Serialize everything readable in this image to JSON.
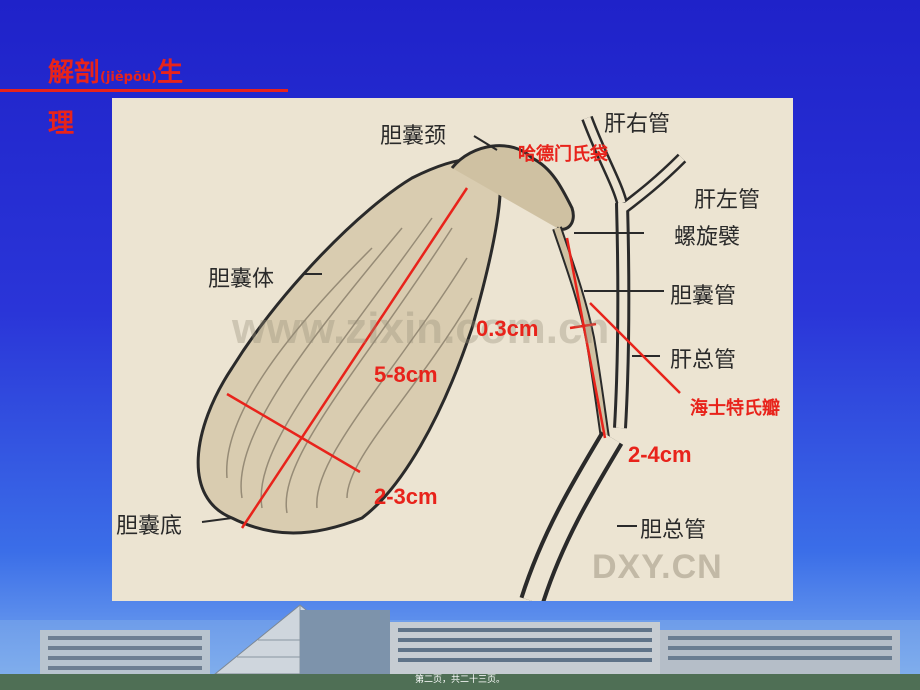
{
  "title": {
    "main1": "解剖",
    "pinyin": "(jiěpōu)",
    "main2": "生",
    "line2": "理"
  },
  "labels": {
    "neck": "胆囊颈",
    "right_hepatic": "肝右管",
    "hartmann": "哈德门氏袋",
    "left_hepatic": "肝左管",
    "spiral_fold": "螺旋襞",
    "body": "胆囊体",
    "cystic_duct": "胆囊管",
    "common_hepatic": "肝总管",
    "heister": "海士特氏瓣",
    "fundus": "胆囊底",
    "common_bile": "胆总管"
  },
  "measurements": {
    "duct_diameter": "0.3cm",
    "length": "5-8cm",
    "width": "2-3cm",
    "duct_length": "2-4cm"
  },
  "watermark": "www.zixin.com.cn",
  "credit": "DXY.CN",
  "footer": "第二页，共二十三页。",
  "colors": {
    "accent": "#e8231b",
    "background": "#2a35d8",
    "figure_bg": "#ece4d2"
  }
}
